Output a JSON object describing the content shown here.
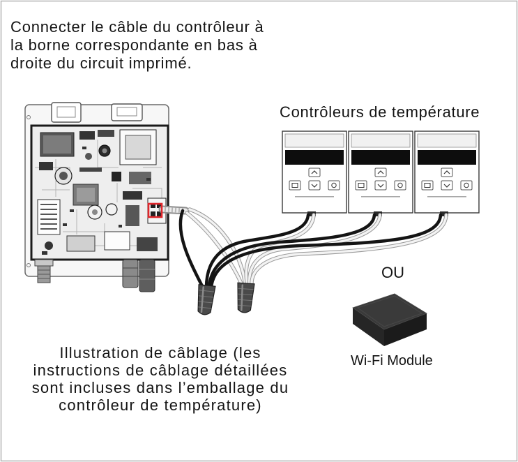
{
  "instruction": {
    "lines": [
      "Connecter le câble du contrôleur à",
      "la borne correspondante en bas à",
      "droite du circuit imprimé."
    ]
  },
  "controllers": {
    "label": "Contrôleurs de température",
    "count": 3,
    "icons": [
      "chevron-up-icon",
      "mode-icon",
      "chevron-down-icon",
      "power-icon"
    ]
  },
  "alternative": {
    "label": "OU"
  },
  "wifi_module": {
    "label": "Wi-Fi Module"
  },
  "caption": {
    "lines": [
      "Illustration de câblage (les",
      "instructions de câblage détaillées",
      "sont incluses dans l’emballage du",
      "contrôleur de température)"
    ]
  },
  "colors": {
    "text": "#141414",
    "highlight": "#e0262b",
    "wire_black": "#141414",
    "wire_white": "#f3f3f3",
    "wire_white_outline": "#9a9a9a",
    "wire_nut": "#4a4a4a",
    "wifi_module": "#3a3a3a",
    "border": "#b3b3b3"
  }
}
